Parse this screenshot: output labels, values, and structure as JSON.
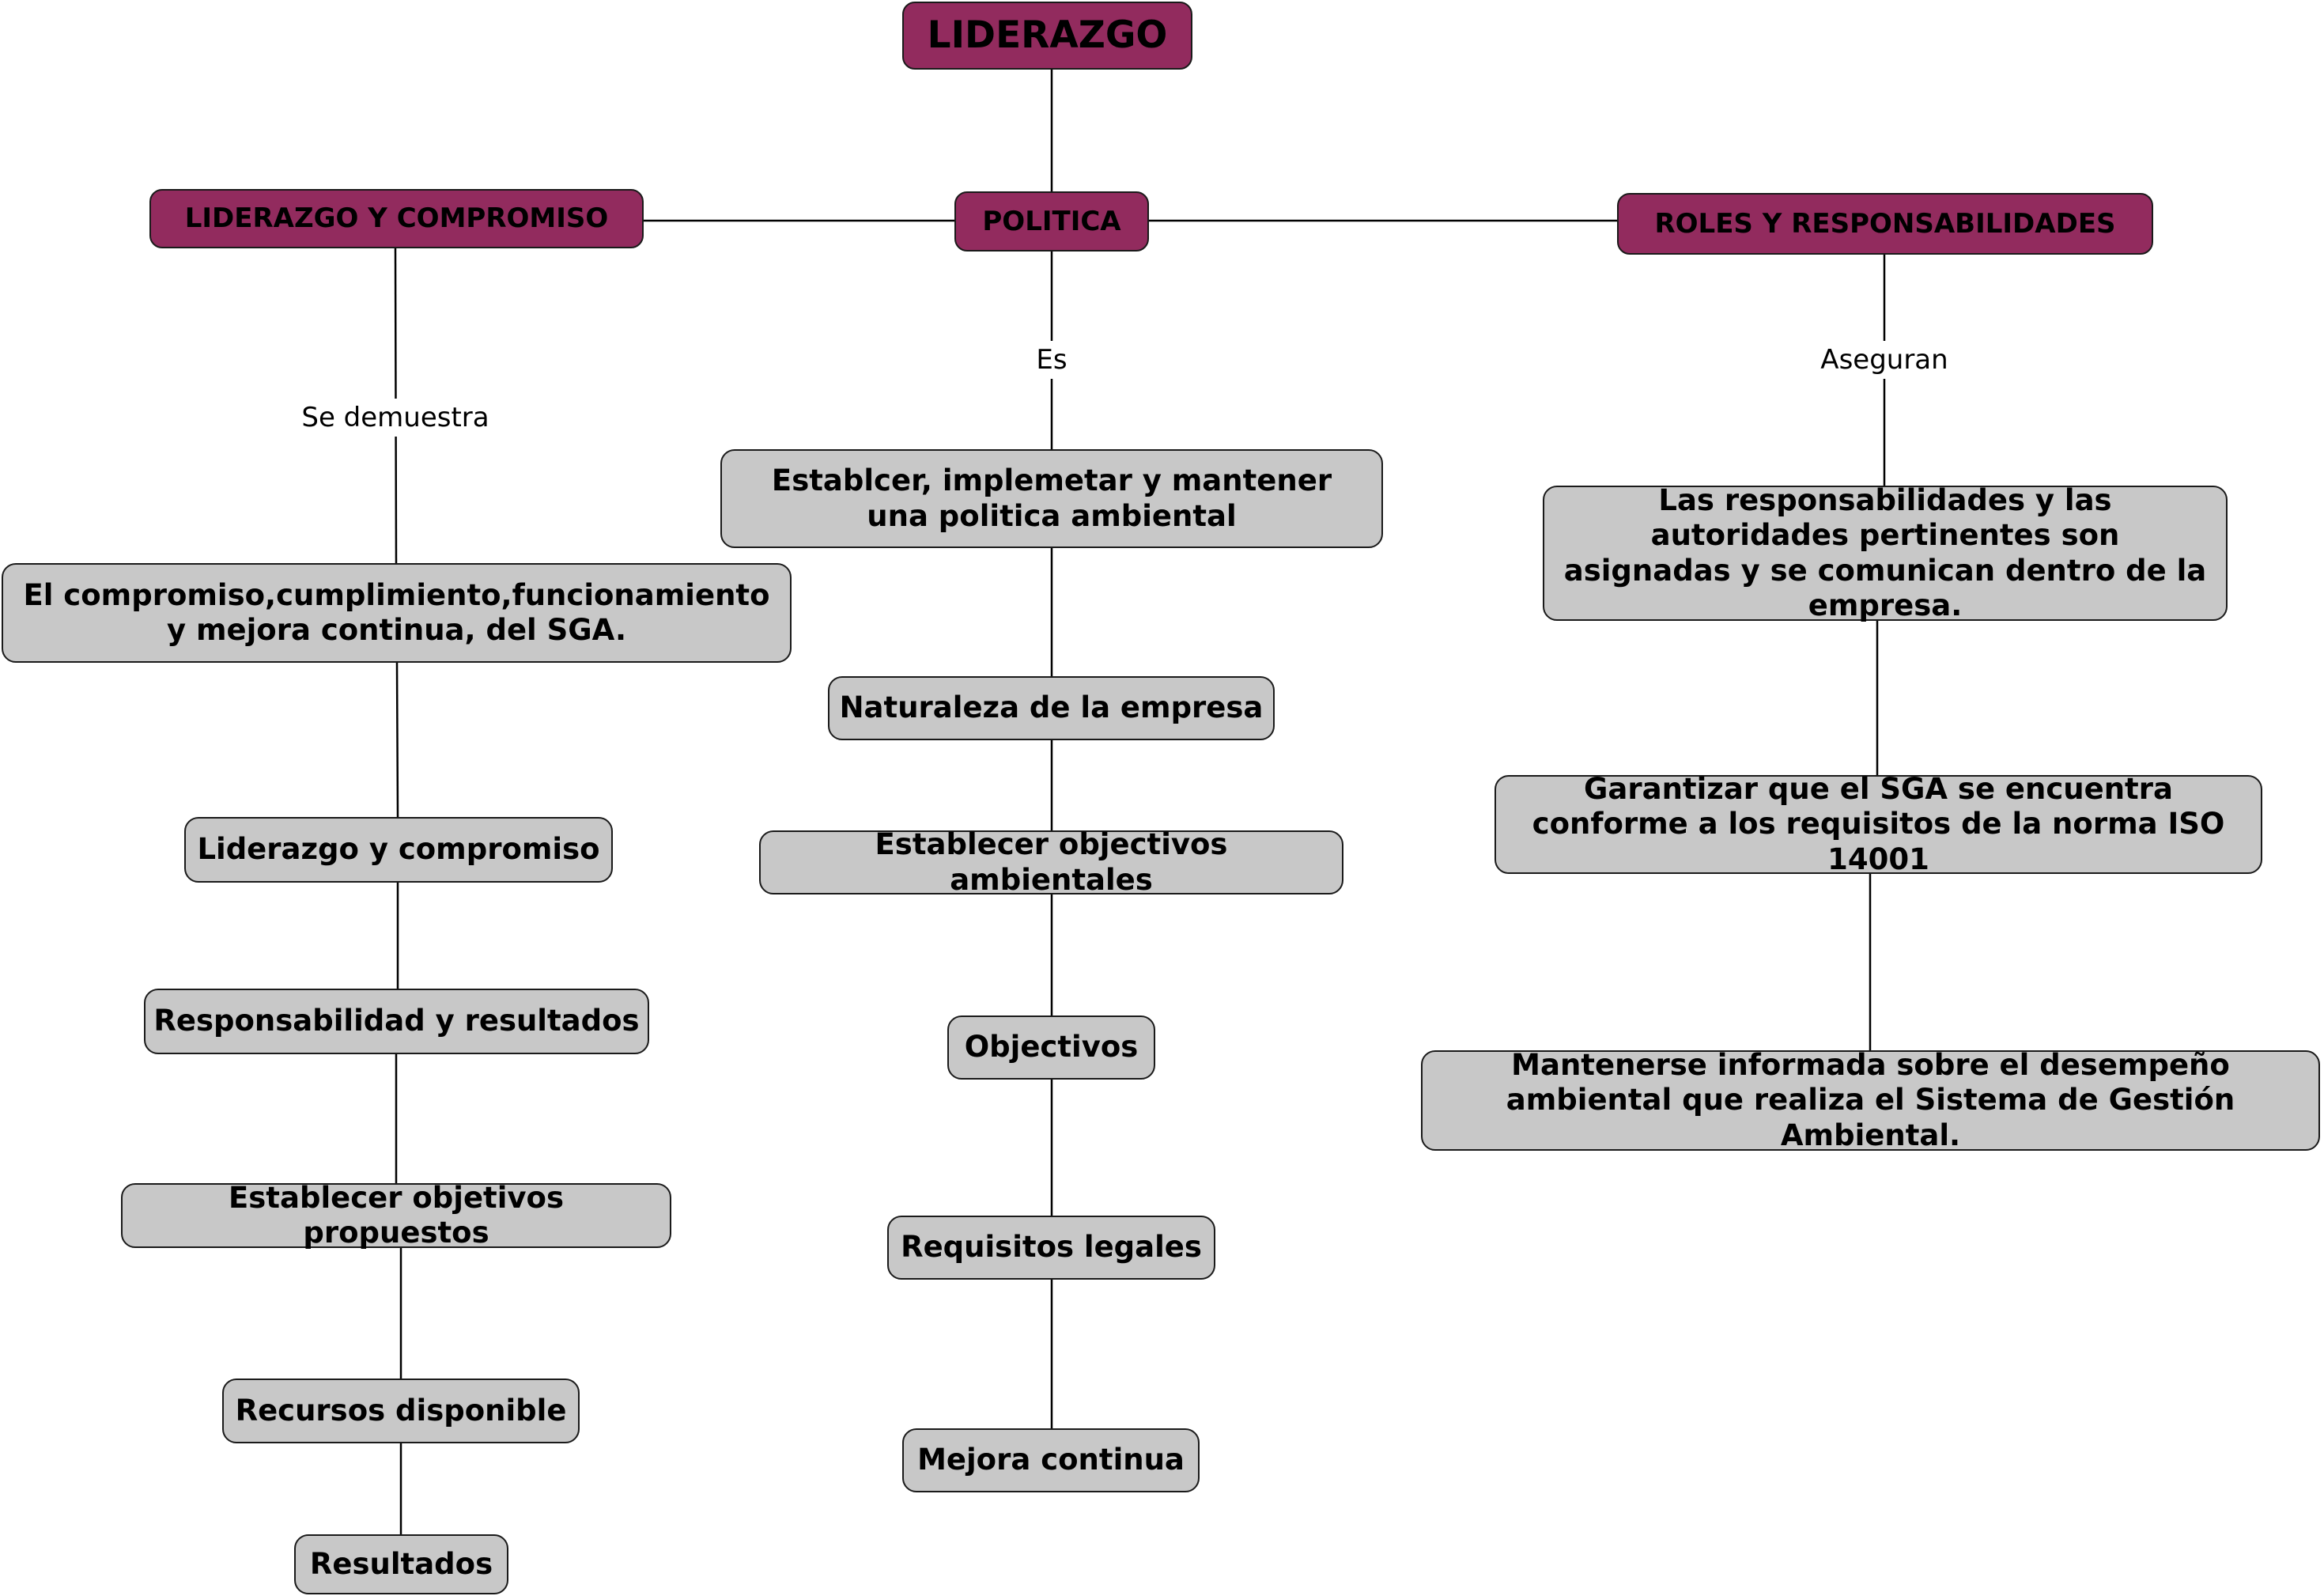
{
  "colors": {
    "header_fill": "#922b5e",
    "concept_fill": "#c8c8c8",
    "line": "#000000"
  },
  "nodes": {
    "root": "LIDERAZGO",
    "liderazgo_compromiso": "LIDERAZGO Y COMPROMISO",
    "politica": "POLITICA",
    "roles": "ROLES Y RESPONSABILIDADES",
    "compromiso_sga": "El compromiso,cumplimiento,funcionamiento y mejora continua, del SGA.",
    "liderazgo_y_compromiso": "Liderazgo y compromiso",
    "responsabilidad_resultados": "Responsabilidad y resultados",
    "establecer_objetivos_propuestos": "Establecer objetivos propuestos",
    "recursos_disponible": "Recursos disponible",
    "resultados": "Resultados",
    "establecer_politica": "Establcer, implemetar y mantener una politica ambiental",
    "naturaleza_empresa": "Naturaleza de la empresa",
    "establecer_objectivos_ambientales": "Establecer objectivos ambientales",
    "objectivos": "Objectivos",
    "requisitos_legales": "Requisitos legales",
    "mejora_continua": "Mejora continua",
    "responsabilidades_autoridades": "Las responsabilidades y las autoridades pertinentes son asignadas y se comunican dentro de la empresa.",
    "garantizar_sga": "Garantizar que el SGA se encuentra conforme a los requisitos de la norma ISO 14001",
    "mantenerse_informada": "Mantenerse informada sobre el desempeño ambiental que realiza el Sistema de Gestión Ambiental."
  },
  "edge_labels": {
    "se_demuestra": "Se demuestra",
    "es": "Es",
    "aseguran": "Aseguran"
  }
}
